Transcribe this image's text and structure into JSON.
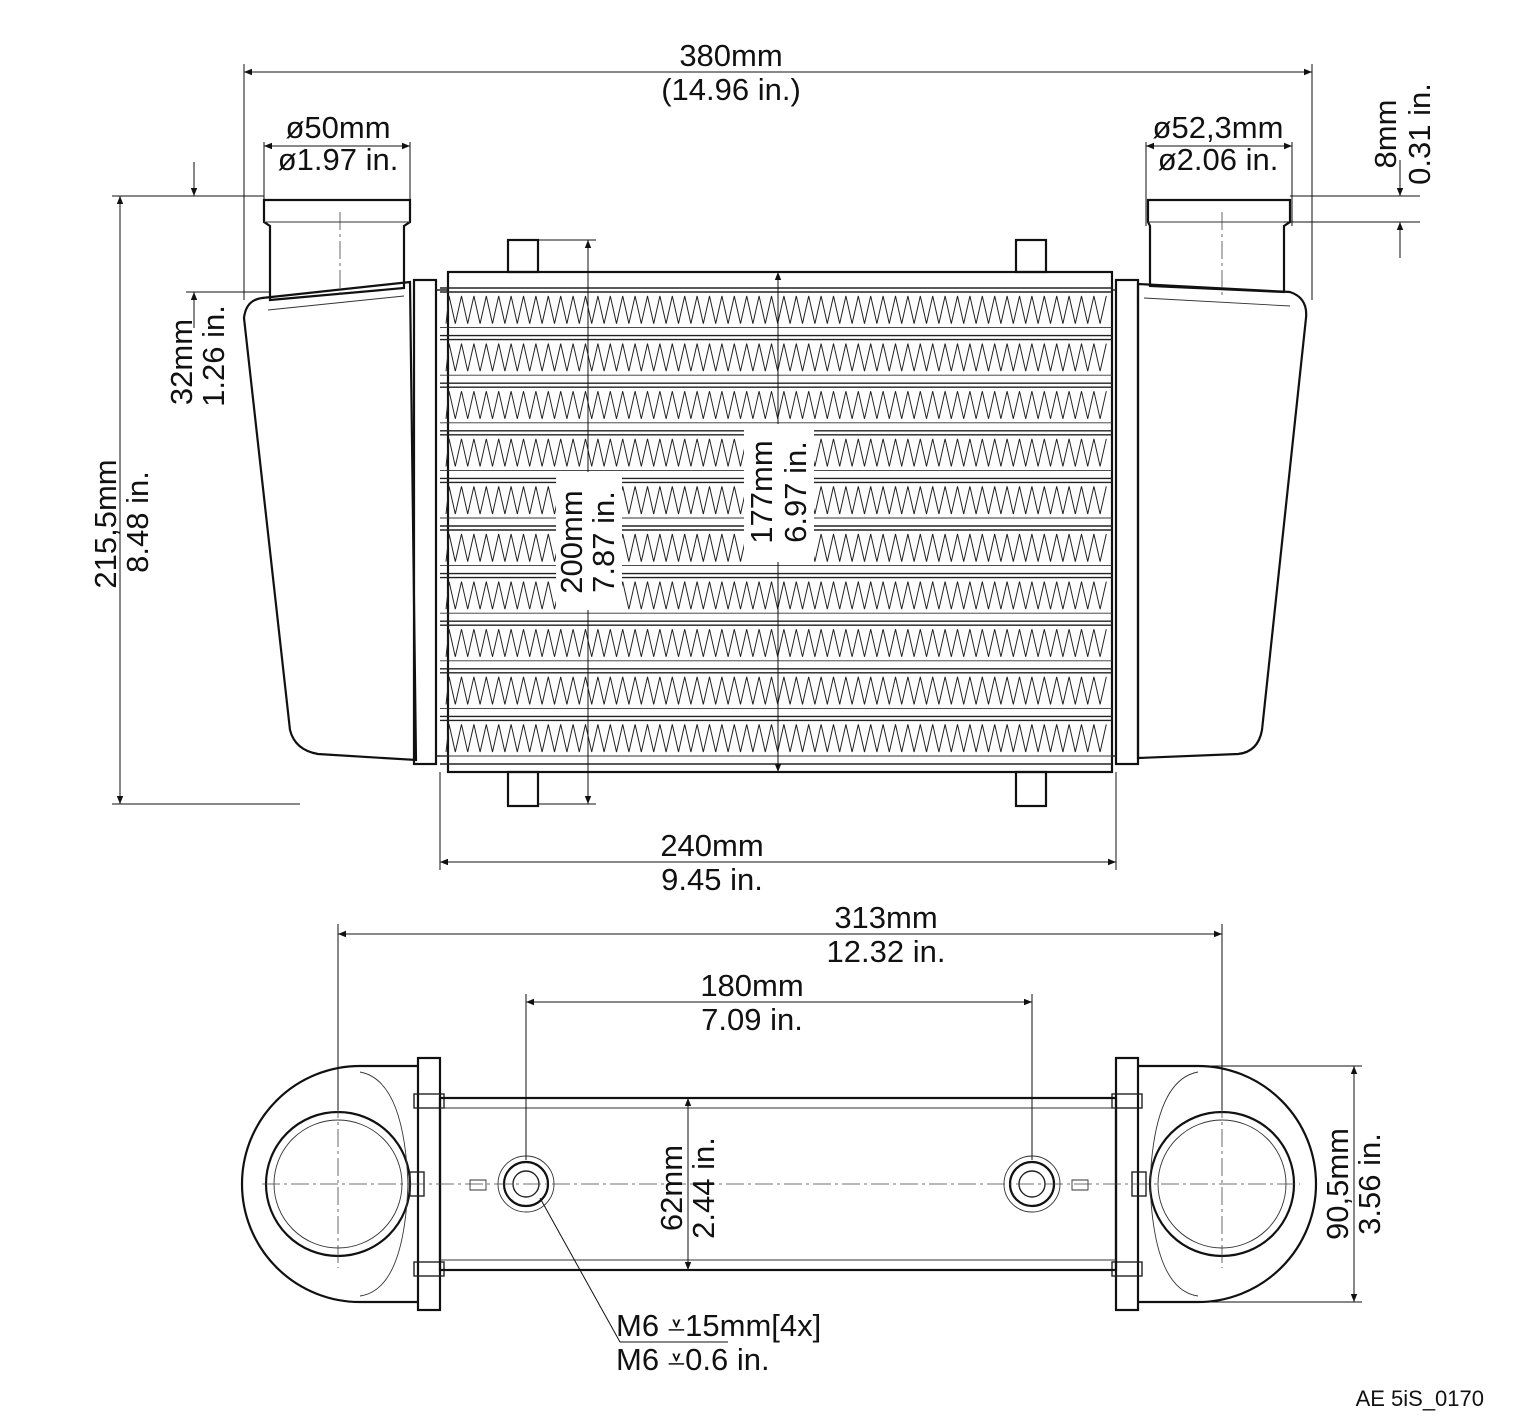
{
  "drawing_code": "AE 5iS_0170",
  "dimensions": {
    "overall_width": {
      "mm": "380mm",
      "in": "(14.96 in.)"
    },
    "inlet_diameter": {
      "mm": "ø50mm",
      "in": "ø1.97 in."
    },
    "outlet_diameter": {
      "mm": "ø52,3mm",
      "in": "ø2.06 in."
    },
    "outlet_offset": {
      "mm": "8mm",
      "in": "0.31 in."
    },
    "inlet_offset": {
      "mm": "32mm",
      "in": "1.26 in."
    },
    "overall_height": {
      "mm": "215,5mm",
      "in": "8.48 in."
    },
    "mount_height": {
      "mm": "200mm",
      "in": "7.87 in."
    },
    "core_height": {
      "mm": "177mm",
      "in": "6.97 in."
    },
    "core_width": {
      "mm": "240mm",
      "in": "9.45 in."
    },
    "port_spacing": {
      "mm": "313mm",
      "in": "12.32 in."
    },
    "mount_spacing": {
      "mm": "180mm",
      "in": "7.09 in."
    },
    "core_depth": {
      "mm": "62mm",
      "in": "2.44 in."
    },
    "tank_depth": {
      "mm": "90,5mm",
      "in": "3.56 in."
    },
    "thread": {
      "mm": "M6 ⩡15mm[4x]",
      "in": "M6 ⩡0.6 in."
    }
  }
}
